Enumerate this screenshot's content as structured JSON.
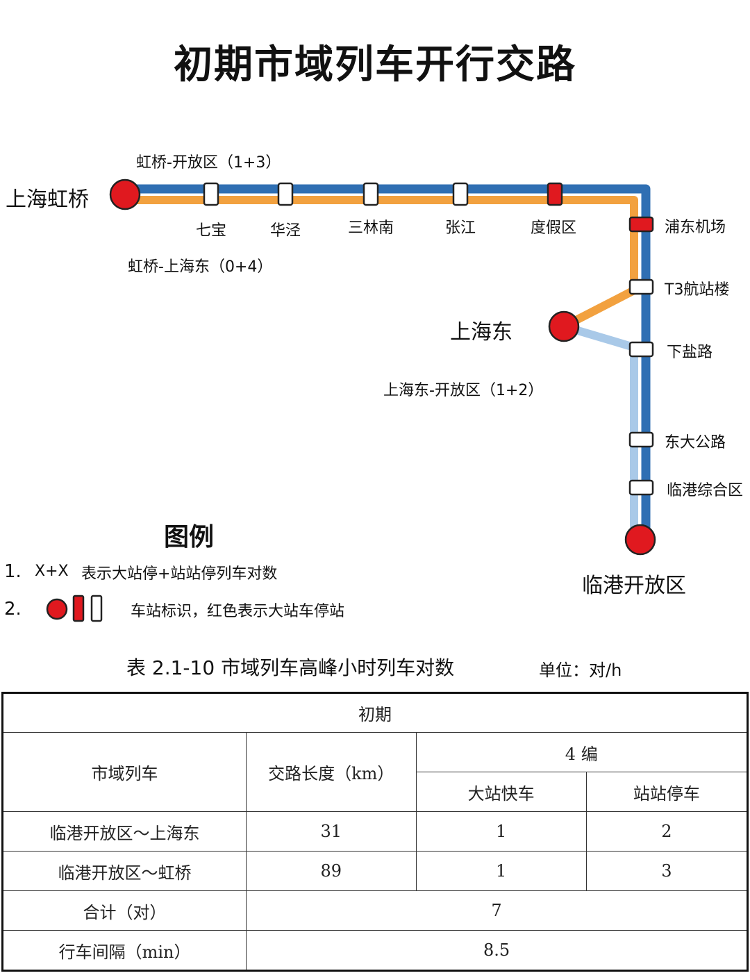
{
  "title": "初期市域列车开行交路",
  "stations_top": [
    "七宝",
    "华泾",
    "三林南",
    "张江",
    "度假区"
  ],
  "stations_right": [
    "浦东机场",
    "T3航站楼",
    "下盐路",
    "东大公路",
    "临港综合区"
  ],
  "terminal_hongqiao": "上海虹桥",
  "terminal_shanghaidong": "上海东",
  "terminal_lingang": "临港开放区",
  "routes": {
    "hq_kf": "虹桥-开放区（1+3）",
    "hq_shd": "虹桥-上海东（0+4）",
    "shd_kf": "上海东-开放区（1+2）"
  },
  "colors": {
    "line_dark_blue": "#2f6fb3",
    "line_orange": "#f2a13f",
    "line_light_blue": "#a9c9e8",
    "station_red": "#e0191f"
  },
  "legend": {
    "title": "图例",
    "item1_num": "1.",
    "item1_code": "X+X",
    "item1_text": "表示大站停+站站停列车对数",
    "item2_num": "2.",
    "item2_text": "车站标识，红色表示大站车停站"
  },
  "caption": "表 2.1-10  市域列车高峰小时列车对数",
  "unit": "单位：对/h",
  "table": {
    "period": "初期",
    "col_train": "市域列车",
    "col_length": "交路长度（km）",
    "col_formation": "4 编",
    "col_express": "大站快车",
    "col_local": "站站停车",
    "rows": [
      {
        "name": "临港开放区～上海东",
        "length": "31",
        "express": "1",
        "local": "2"
      },
      {
        "name": "临港开放区～虹桥",
        "length": "89",
        "express": "1",
        "local": "3"
      }
    ],
    "total_label": "合计（对）",
    "total_value": "7",
    "interval_label": "行车间隔（min）",
    "interval_value": "8.5"
  }
}
